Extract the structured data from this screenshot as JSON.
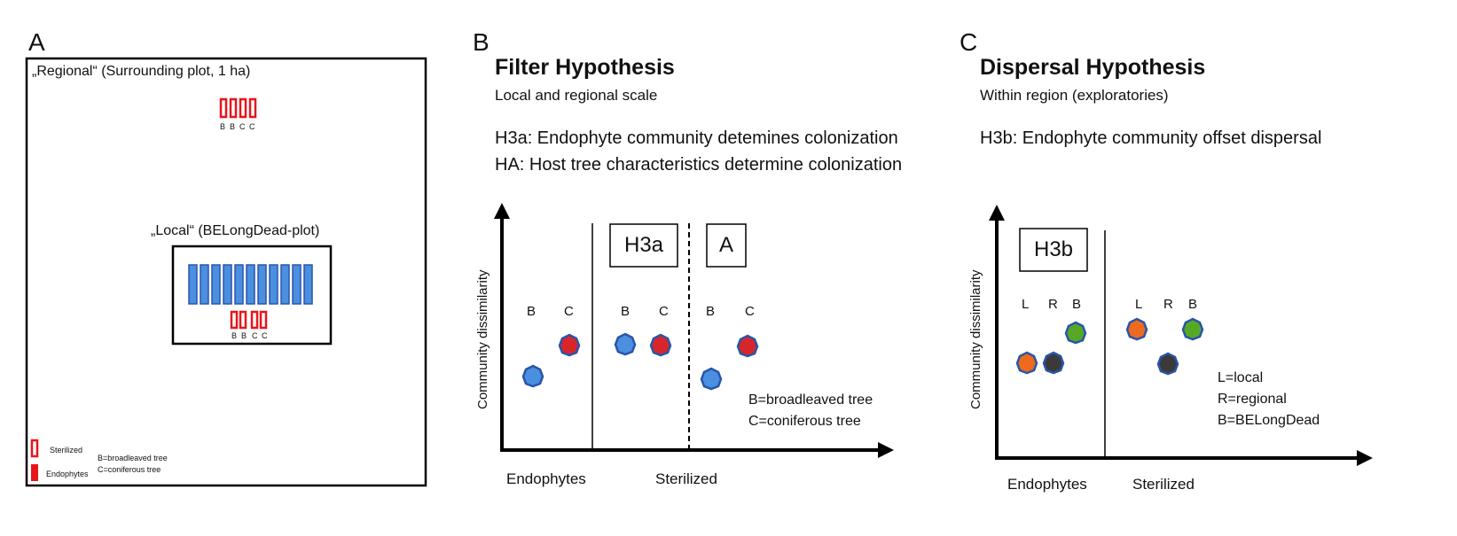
{
  "panel_a": {
    "letter": "A",
    "regional_label": "„Regional“ (Surrounding plot, 1 ha)",
    "regional_tree_letters": [
      "B",
      "B",
      "C",
      "C"
    ],
    "local_label": "„Local“ (BELongDead-plot)",
    "local_tree_letters": [
      "B",
      "B",
      "C",
      "C"
    ],
    "legend": {
      "sterilized": "Sterilized",
      "endophytes": "Endophytes",
      "broadleaved": "B=broadleaved tree",
      "coniferous": "C=coniferous tree"
    }
  },
  "panel_b": {
    "letter": "B",
    "title": "Filter Hypothesis",
    "subtitle": "Local and regional scale",
    "h3a_text": "H3a: Endophyte community detemines colonization",
    "ha_text": "HA: Host tree characteristics determine colonization",
    "y_axis_label": "Community dissimilarity",
    "box_h3a": "H3a",
    "box_a": "A",
    "x_label_endophytes": "Endophytes",
    "x_label_sterilized": "Sterilized",
    "group_letters": [
      "B",
      "C",
      "B",
      "C",
      "B",
      "C"
    ],
    "legend_b": "B=broadleaved tree",
    "legend_c": "C=coniferous tree"
  },
  "panel_c": {
    "letter": "C",
    "title": "Dispersal Hypothesis",
    "subtitle": "Within region (exploratories)",
    "h3b_text": "H3b: Endophyte community offset dispersal",
    "y_axis_label": "Community dissimilarity",
    "box_h3b": "H3b",
    "x_label_endophytes": "Endophytes",
    "x_label_sterilized": "Sterilized",
    "group_letters": [
      "L",
      "R",
      "B",
      "L",
      "R",
      "B"
    ],
    "legend_l": "L=local",
    "legend_r": "R=regional",
    "legend_b": "B=BELongDead"
  },
  "colors": {
    "red": "#e8151b",
    "blue_fill": "#4a8fe0",
    "blue_border": "#2955a8",
    "dot_red": "#d7262b",
    "dot_orange": "#ee6a1e",
    "dot_dark": "#3a3a3a",
    "dot_green": "#58a827"
  }
}
